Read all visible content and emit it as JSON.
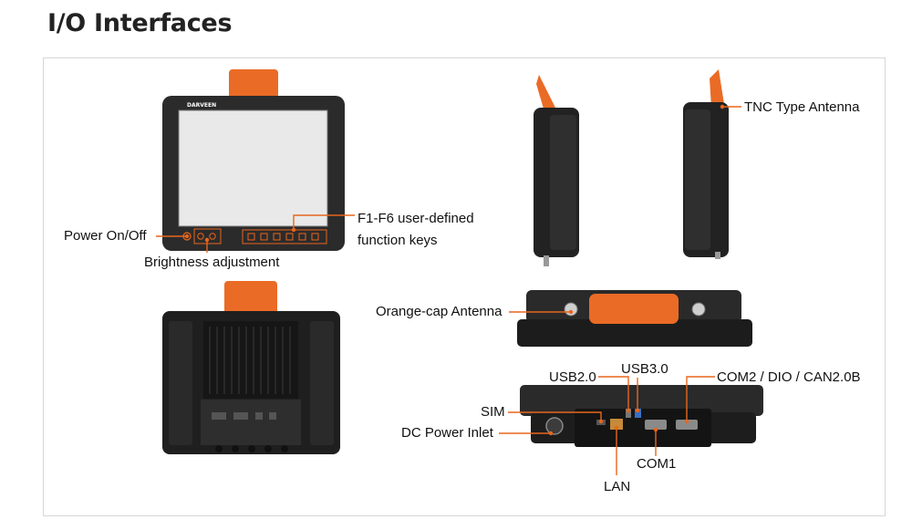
{
  "title": "I/O Interfaces",
  "brand_logo": "DARVEEN",
  "colors": {
    "accent": "#e8661c",
    "device_body": "#2b2b2b",
    "device_dark": "#1c1c1c",
    "screen": "#e9e9e9",
    "frame_border": "#d6d6d6"
  },
  "callouts": {
    "power": "Power On/Off",
    "brightness": "Brightness adjustment",
    "fkeys_line1": "F1-F6 user-defined",
    "fkeys_line2": "function keys",
    "tnc": "TNC Type Antenna",
    "orange_cap": "Orange-cap Antenna",
    "usb2": "USB2.0",
    "usb3": "USB3.0",
    "com2": "COM2 / DIO / CAN2.0B",
    "sim": "SIM",
    "dc": "DC Power Inlet",
    "com1": "COM1",
    "lan": "LAN"
  }
}
